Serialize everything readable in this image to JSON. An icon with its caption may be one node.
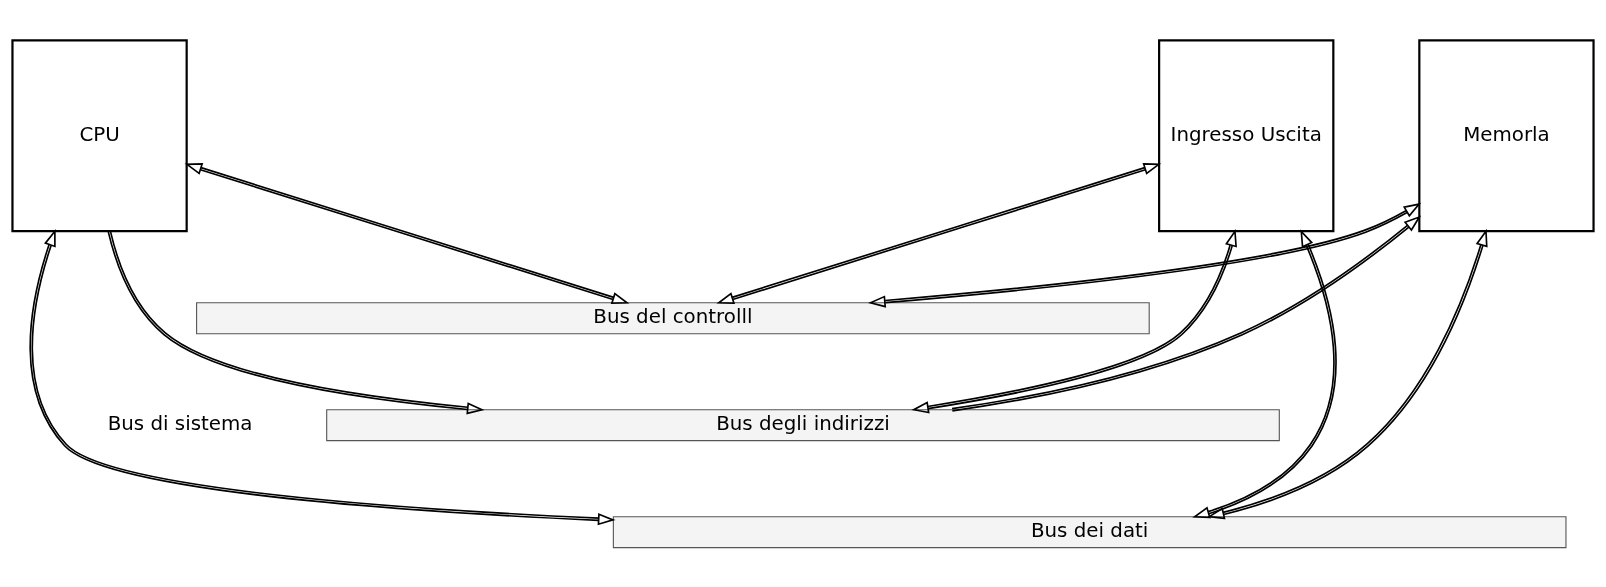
{
  "diagram": {
    "nodes": [
      {
        "text": [
          "CPU"
        ]
      },
      {
        "text": [
          "Memorla"
        ]
      },
      {
        "text": [
          "Ingresso Uscita"
        ]
      },
      {
        "text": [
          "Bus del controlll"
        ]
      },
      {
        "text": [
          "Bus degli indirizzi"
        ]
      },
      {
        "text": [
          "Bus dei dati"
        ]
      }
    ],
    "edges": [
      {
        "from": 0,
        "to": 3,
        "arrow": "both"
      },
      {
        "from": 0,
        "to": 4,
        "arrow": "to"
      },
      {
        "from": 0,
        "to": 5,
        "arrow": "both"
      },
      {
        "from": 1,
        "to": 3,
        "arrow": "both"
      },
      {
        "from": 4,
        "to": 1,
        "arrow": "to"
      },
      {
        "from": 1,
        "to": 5,
        "arrow": "both"
      },
      {
        "from": 2,
        "to": 3,
        "arrow": "both"
      },
      {
        "from": 2,
        "to": 4,
        "arrow": "both"
      },
      {
        "from": 2,
        "to": 5,
        "arrow": "both"
      }
    ],
    "labels": [
      "Bus di sistema"
    ]
  }
}
